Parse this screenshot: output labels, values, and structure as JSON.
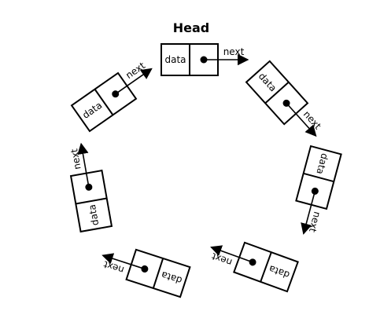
{
  "head_label": "Head",
  "nodes": [
    {
      "data_label": "data",
      "next_label": "next"
    },
    {
      "data_label": "data",
      "next_label": "next"
    },
    {
      "data_label": "data",
      "next_label": "next"
    },
    {
      "data_label": "data",
      "next_label": "next"
    },
    {
      "data_label": "data",
      "next_label": "next"
    },
    {
      "data_label": "data",
      "next_label": "next"
    },
    {
      "data_label": "data",
      "next_label": "next"
    }
  ]
}
